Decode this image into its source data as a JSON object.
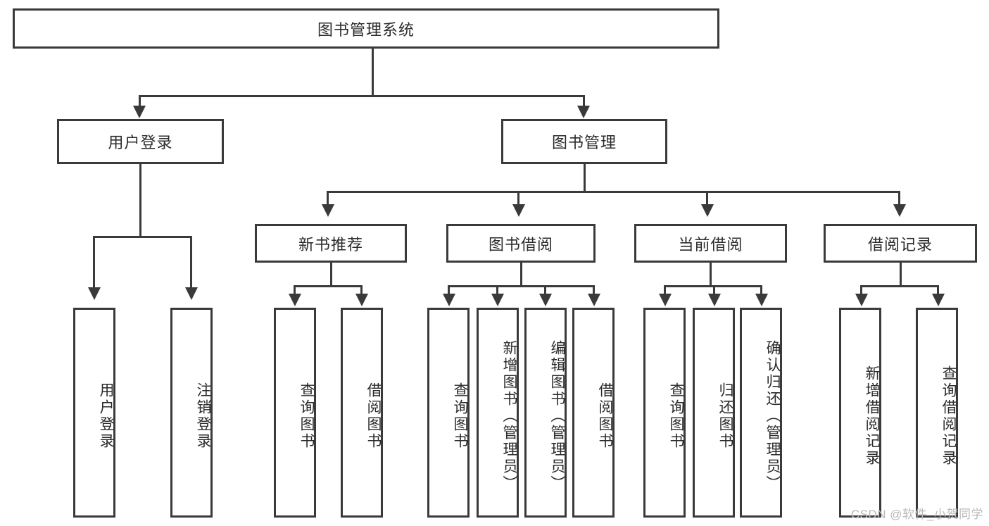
{
  "diagram": {
    "title": "图书管理系统",
    "type": "tree-hierarchy-diagram",
    "colors": {
      "stroke": "#3a3a3a",
      "fill": "#ffffff",
      "text": "#2b2b2b",
      "watermark": "#b9b9b9"
    },
    "root": {
      "label": "图书管理系统"
    },
    "level2": [
      {
        "label": "用户登录"
      },
      {
        "label": "图书管理"
      }
    ],
    "level3": [
      {
        "label": "新书推荐"
      },
      {
        "label": "图书借阅"
      },
      {
        "label": "当前借阅"
      },
      {
        "label": "借阅记录"
      }
    ],
    "leaves": {
      "user_login": [
        {
          "label": "用户登录"
        },
        {
          "label": "注销登录"
        }
      ],
      "new_book_recommend": [
        {
          "label": "查询图书"
        },
        {
          "label": "借阅图书"
        }
      ],
      "book_borrow": [
        {
          "label": "查询图书"
        },
        {
          "label": "新增图书（管理员）"
        },
        {
          "label": "编辑图书（管理员）"
        },
        {
          "label": "借阅图书"
        }
      ],
      "current_borrow": [
        {
          "label": "查询图书"
        },
        {
          "label": "归还图书"
        },
        {
          "label": "确认归还（管理员）"
        }
      ],
      "borrow_record": [
        {
          "label": "新增借阅记录"
        },
        {
          "label": "查询借阅记录"
        }
      ]
    }
  },
  "watermark": {
    "text": "CSDN @软件_小贺同学"
  }
}
